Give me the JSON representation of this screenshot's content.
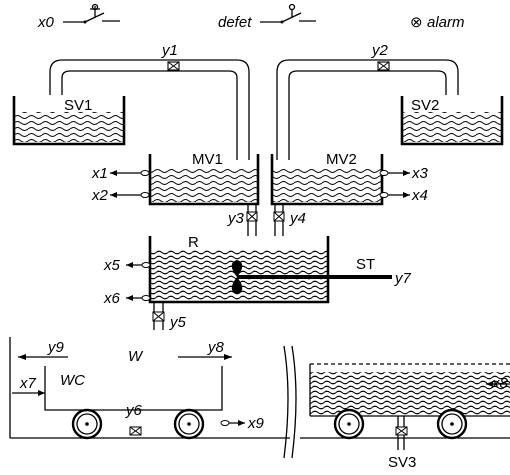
{
  "labels": {
    "x0": "x0",
    "defet": "defet",
    "alarm": "alarm",
    "y1": "y1",
    "y2": "y2",
    "y3": "y3",
    "y4": "y4",
    "y5": "y5",
    "y6": "y6",
    "y7": "y7",
    "y8": "y8",
    "y9": "y9",
    "SV1": "SV1",
    "SV2": "SV2",
    "SV3": "SV3",
    "MV1": "MV1",
    "MV2": "MV2",
    "R": "R",
    "ST": "ST",
    "W": "W",
    "WC": "WC",
    "x1": "x1",
    "x2": "x2",
    "x3": "x3",
    "x4": "x4",
    "x5": "x5",
    "x6": "x6",
    "x7": "x7",
    "x8": "x8",
    "x9": "x9"
  },
  "alarm_symbol": "⊗",
  "colors": {
    "ink": "#000000",
    "background": "#ffffff"
  }
}
